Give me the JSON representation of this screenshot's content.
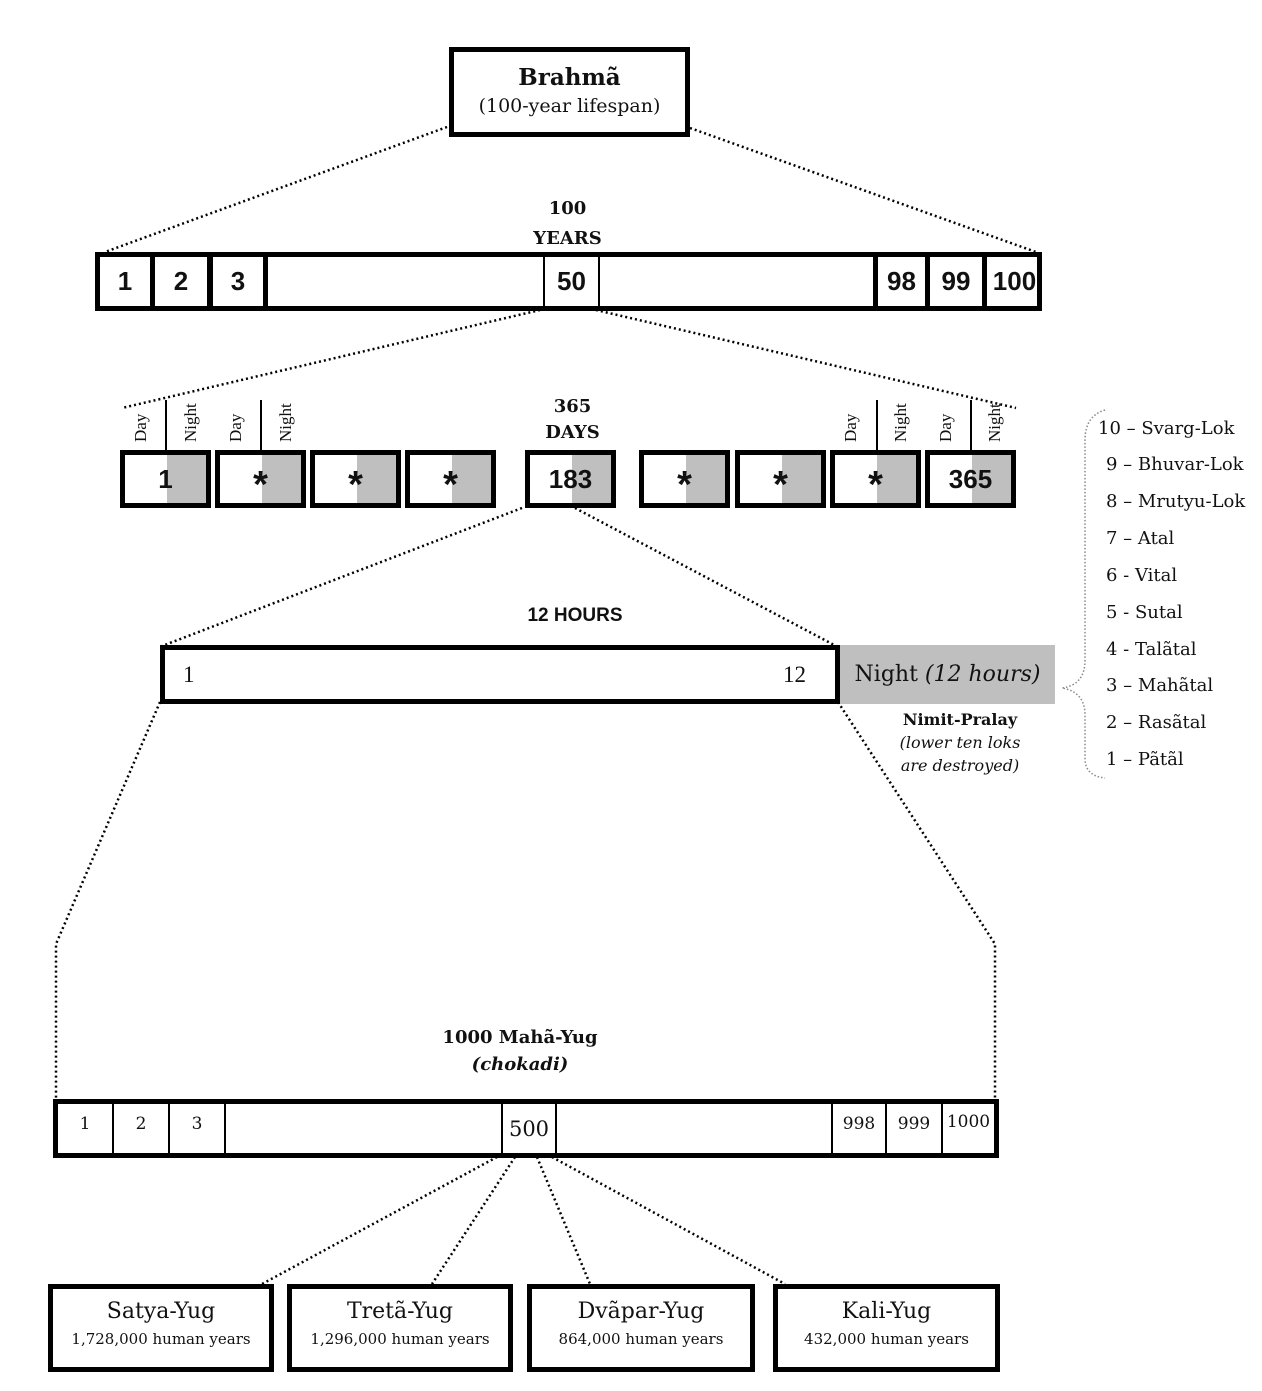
{
  "brahma": {
    "title": "Brahmã",
    "subtitle": "(100-year lifespan)"
  },
  "years": {
    "heading_line1": "100",
    "heading_line2": "YEARS",
    "cells": [
      "1",
      "2",
      "3",
      "50",
      "98",
      "99",
      "100"
    ]
  },
  "days": {
    "heading_line1": "365",
    "heading_line2": "DAYS",
    "day_label": "Day",
    "night_label": "Night",
    "cells": [
      "1",
      "*",
      "*",
      "*",
      "183",
      "*",
      "*",
      "*",
      "365"
    ]
  },
  "hours": {
    "heading": "12 HOURS",
    "start": "1",
    "end": "12",
    "night_label": "Night",
    "night_detail": "(12 hours)",
    "pralay_title": "Nimit-Pralay",
    "pralay_note_line1": "(lower ten loks",
    "pralay_note_line2": "are destroyed)"
  },
  "loks": [
    "10 – Svarg-Lok",
    "9 – Bhuvar-Lok",
    "8 – Mrutyu-Lok",
    "7 – Atal",
    "6 - Vital",
    "5 - Sutal",
    "4 - Talãtal",
    "3 – Mahãtal",
    "2 – Rasãtal",
    "1 – Pãtãl"
  ],
  "mahayug": {
    "heading": "1000 Mahã-Yug",
    "subheading": "(chokadi)",
    "cells": [
      "1",
      "2",
      "3",
      "500",
      "998",
      "999",
      "1000"
    ]
  },
  "yugs": [
    {
      "name": "Satya-Yug",
      "years": "1,728,000 human years"
    },
    {
      "name": "Tretã-Yug",
      "years": "1,296,000 human years"
    },
    {
      "name": "Dvãpar-Yug",
      "years": "864,000 human years"
    },
    {
      "name": "Kali-Yug",
      "years": "432,000 human years"
    }
  ]
}
